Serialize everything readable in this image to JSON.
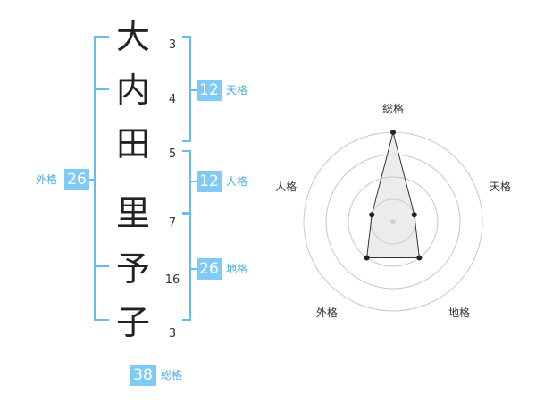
{
  "colors": {
    "accent": "#7fcbf5",
    "bracket": "#66bdea",
    "label": "#4aaee0"
  },
  "name": {
    "characters": [
      {
        "char": "大",
        "strokes": "3"
      },
      {
        "char": "内",
        "strokes": "4"
      },
      {
        "char": "田",
        "strokes": "5"
      },
      {
        "char": "里",
        "strokes": "7"
      },
      {
        "char": "予",
        "strokes": "16"
      },
      {
        "char": "子",
        "strokes": "3"
      }
    ]
  },
  "kakusu": {
    "tenkaku": {
      "value": "12",
      "label": "天格"
    },
    "jinkaku": {
      "value": "12",
      "label": "人格"
    },
    "chikaku": {
      "value": "26",
      "label": "地格"
    },
    "gaikaku": {
      "value": "26",
      "label": "外格"
    },
    "soukaku": {
      "value": "38",
      "label": "総格"
    }
  },
  "chart_data": {
    "type": "radar",
    "axes": [
      "総格",
      "天格",
      "地格",
      "外格",
      "人格"
    ],
    "rings": 4,
    "max": 4,
    "values": [
      4,
      1,
      2,
      2,
      1
    ]
  }
}
